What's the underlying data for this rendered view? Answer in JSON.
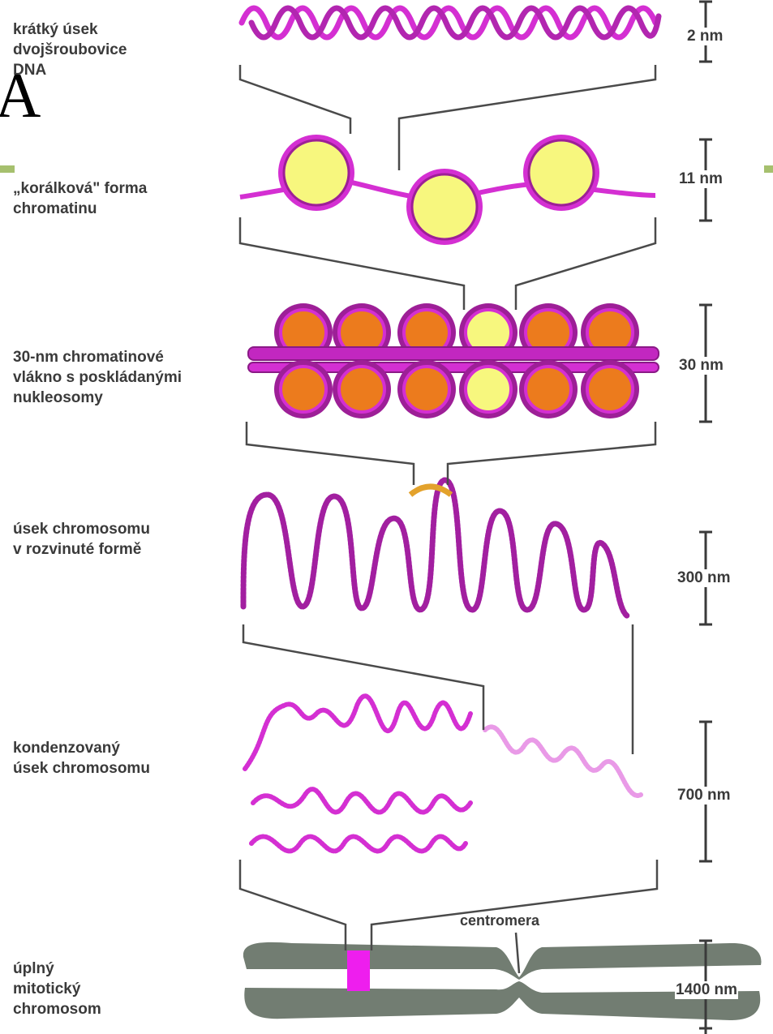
{
  "colors": {
    "slide_green": "#a6c06e",
    "dna_magenta": "#d42fd2",
    "dna_purple": "#9d1f97",
    "histone_yellow": "#f7f77e",
    "histone_orange": "#ec7b1d",
    "chromosome_gray": "#727d72",
    "scaffold_gold": "#e3a22c"
  },
  "slide_fragment": "A",
  "levels": [
    {
      "label": "krátký úsek\ndvojšroubovice\nDNA",
      "scale": "2 nm"
    },
    {
      "label": "„korálková\" forma\nchromatinu",
      "scale": "11 nm"
    },
    {
      "label": "30-nm chromatinové\nvlákno s poskládanými\nnukleosomy",
      "scale": "30 nm"
    },
    {
      "label": "úsek chromosomu\nv rozvinuté formě",
      "scale": "300 nm"
    },
    {
      "label": "kondenzovaný\núsek chromosomu",
      "scale": "700 nm"
    },
    {
      "label": "úplný\nmitotický\nchromosom",
      "scale": "1400 nm"
    }
  ],
  "centromere_label": "centromera"
}
